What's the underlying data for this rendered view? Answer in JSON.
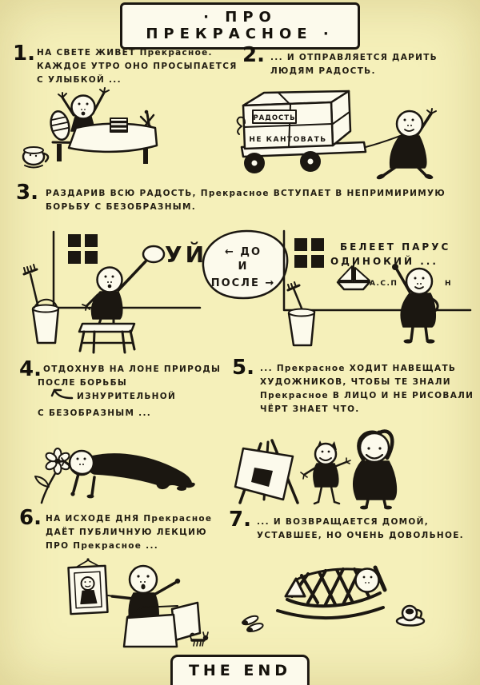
{
  "page": {
    "bg_color": "#f5f0ba",
    "ink_color": "#1b1711",
    "title": "· ПРО  ПРЕКРАСНОЕ ·",
    "the_end": "THE END"
  },
  "panels": {
    "p1": {
      "num": "1.",
      "caption": "НА СВЕТЕ ЖИВЁТ Прекрасное.\nКАЖДОЕ УТРО ОНО ПРОСЫПАЕТСЯ\nС УЛЫБКОЙ ..."
    },
    "p2": {
      "num": "2.",
      "caption": "... И ОТПРАВЛЯЕТСЯ ДАРИТЬ\nЛЮДЯМ РАДОСТЬ.",
      "box_tag": "РАДОСТЬ",
      "box_warning": "НЕ КАНТОВАТЬ"
    },
    "p3": {
      "num": "3.",
      "caption": "РАЗДАРИВ ВСЮ РАДОСТЬ, Прекрасное ВСТУПАЕТ В НЕПРИМИРИМУЮ\nБОРЬБУ С БЕЗОБРАЗНЫМ.",
      "graffiti": "УЙ",
      "circle_line1": "← ДО",
      "circle_line2": "И",
      "circle_line3": "ПОСЛЕ →",
      "wall_line1": "БЕЛЕЕТ ПАРУС",
      "wall_line2": "ОДИНОКИЙ ...",
      "signature_left": "А.С.П",
      "signature_right": "Н"
    },
    "p4": {
      "num": "4.",
      "line1": "ОТДОХНУВ НА ЛОНЕ ПРИРОДЫ",
      "line2": "ПОСЛЕ БОРЬБЫ",
      "insert_word": "ИЗНУРИТЕЛЬНОЙ",
      "line3": "С БЕЗОБРАЗНЫМ ..."
    },
    "p5": {
      "num": "5.",
      "caption": "... Прекрасное ХОДИТ НАВЕЩАТЬ\nХУДОЖНИКОВ, ЧТОБЫ ТЕ ЗНАЛИ\nПрекрасное В ЛИЦО И НЕ РИСОВАЛИ\nЧЁРТ ЗНАЕТ ЧТО."
    },
    "p6": {
      "num": "6.",
      "caption": "НА ИСХОДЕ ДНЯ Прекрасное\nДАЁТ ПУБЛИЧНУЮ ЛЕКЦИЮ\nПРО Прекрасное ..."
    },
    "p7": {
      "num": "7.",
      "caption": "... И ВОЗВРАЩАЕТСЯ ДОМОЙ,\nУСТАВШЕЕ, НО ОЧЕНЬ ДОВОЛЬНОЕ."
    }
  }
}
